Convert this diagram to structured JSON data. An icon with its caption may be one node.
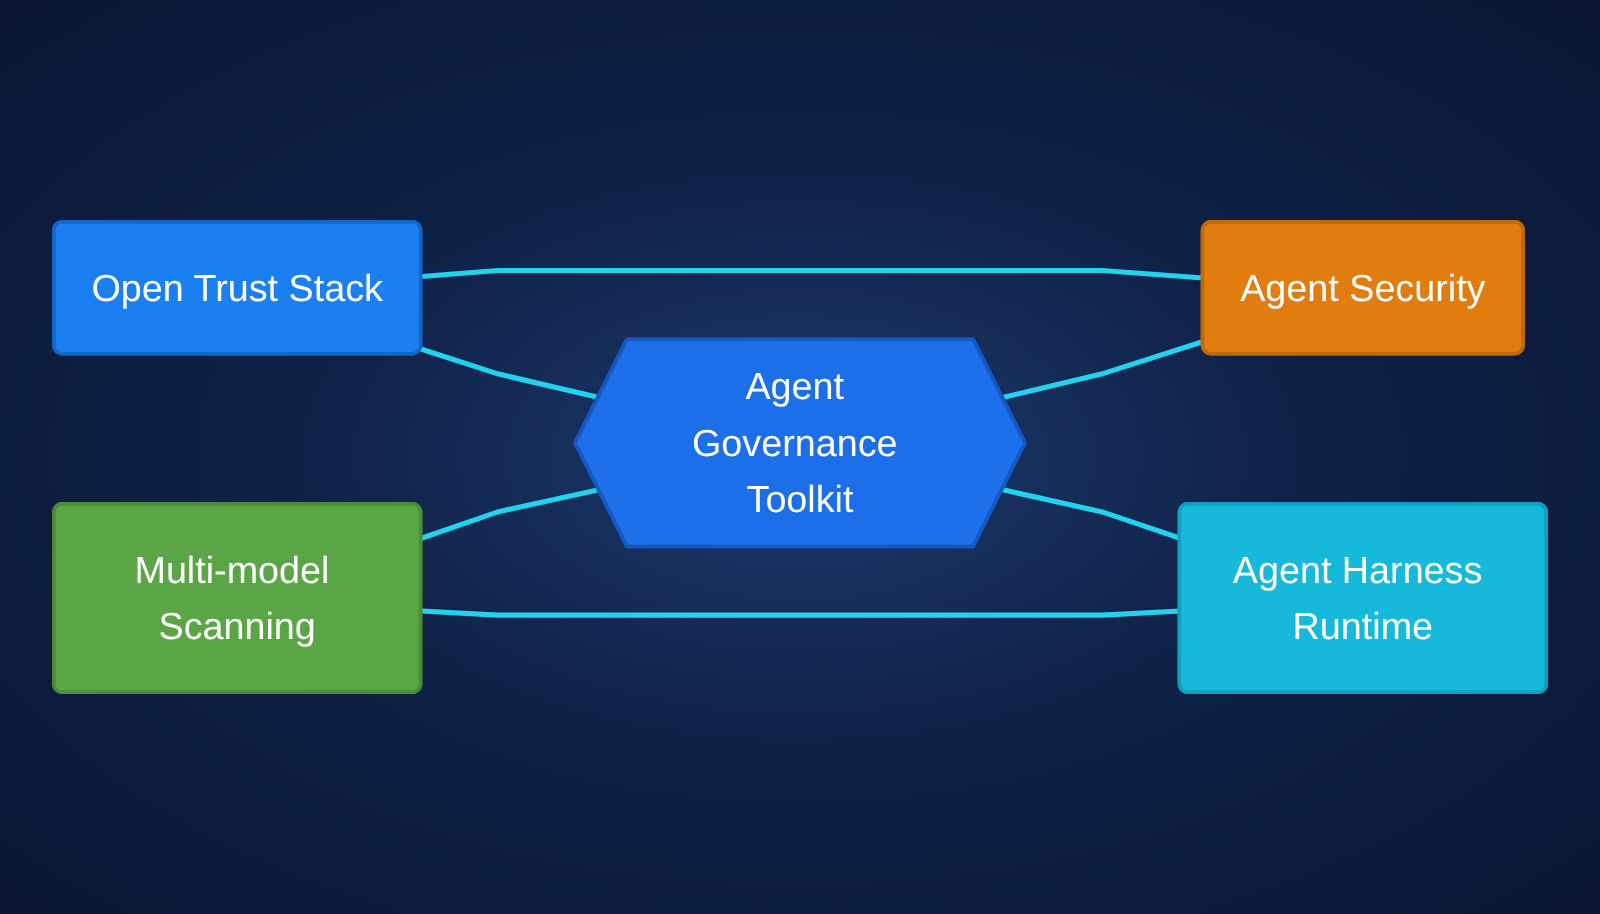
{
  "diagram": {
    "nodes": [
      {
        "text": [
          "Open Trust Stack"
        ]
      },
      {
        "text": [
          "Agent Security"
        ]
      },
      {
        "text": [
          "Agent Governance Toolkit"
        ]
      },
      {
        "text": [
          "Multi-model Scanning"
        ]
      },
      {
        "text": [
          "Agent Harness Runtime"
        ]
      }
    ],
    "edges": [
      {
        "from": 0,
        "to": 1,
        "arrow": "none"
      },
      {
        "from": 0,
        "to": 2,
        "arrow": "none"
      },
      {
        "from": 2,
        "to": 1,
        "arrow": "none"
      },
      {
        "from": 3,
        "to": 2,
        "arrow": "none"
      },
      {
        "from": 2,
        "to": 4,
        "arrow": "none"
      },
      {
        "from": 3,
        "to": 4,
        "arrow": "none"
      }
    ]
  }
}
